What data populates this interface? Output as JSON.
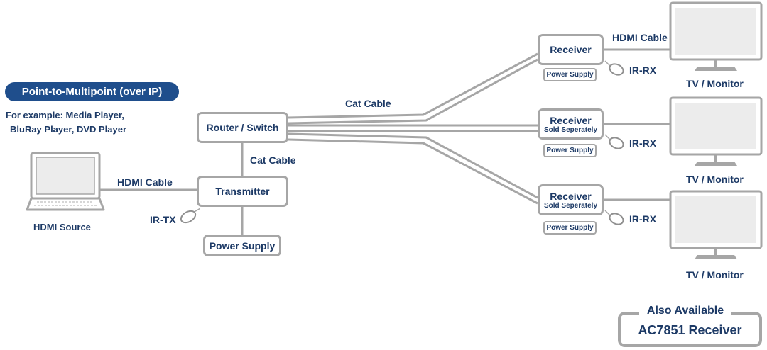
{
  "title": "Point-to-Multipoint (over IP)",
  "example_line1": "For example: Media Player,",
  "example_line2": "BluRay Player, DVD Player",
  "source_label": "HDMI Source",
  "hdmi_cable_left": "HDMI Cable",
  "transmitter": "Transmitter",
  "ir_tx": "IR-TX",
  "power_supply_tx": "Power Supply",
  "router": "Router / Switch",
  "cat_cable_vertical": "Cat Cable",
  "cat_cable_top": "Cat Cable",
  "receivers": [
    {
      "name": "Receiver",
      "note": "",
      "power": "Power Supply",
      "ir": "IR-RX",
      "display": "TV / Monitor"
    },
    {
      "name": "Receiver",
      "note": "Sold Seperately",
      "power": "Power Supply",
      "ir": "IR-RX",
      "display": "TV / Monitor"
    },
    {
      "name": "Receiver",
      "note": "Sold Seperately",
      "power": "Power Supply",
      "ir": "IR-RX",
      "display": "TV / Monitor"
    }
  ],
  "hdmi_cable_right": "HDMI Cable",
  "also_available_title": "Also Available",
  "also_available_model": "AC7851 Receiver",
  "colors": {
    "text": "#1d3a66",
    "pill": "#1f4e8c",
    "line": "#a6a6a6",
    "screen": "#ececec"
  },
  "icons": [
    "laptop-icon",
    "tv-monitor-icon",
    "ir-sensor-icon"
  ]
}
